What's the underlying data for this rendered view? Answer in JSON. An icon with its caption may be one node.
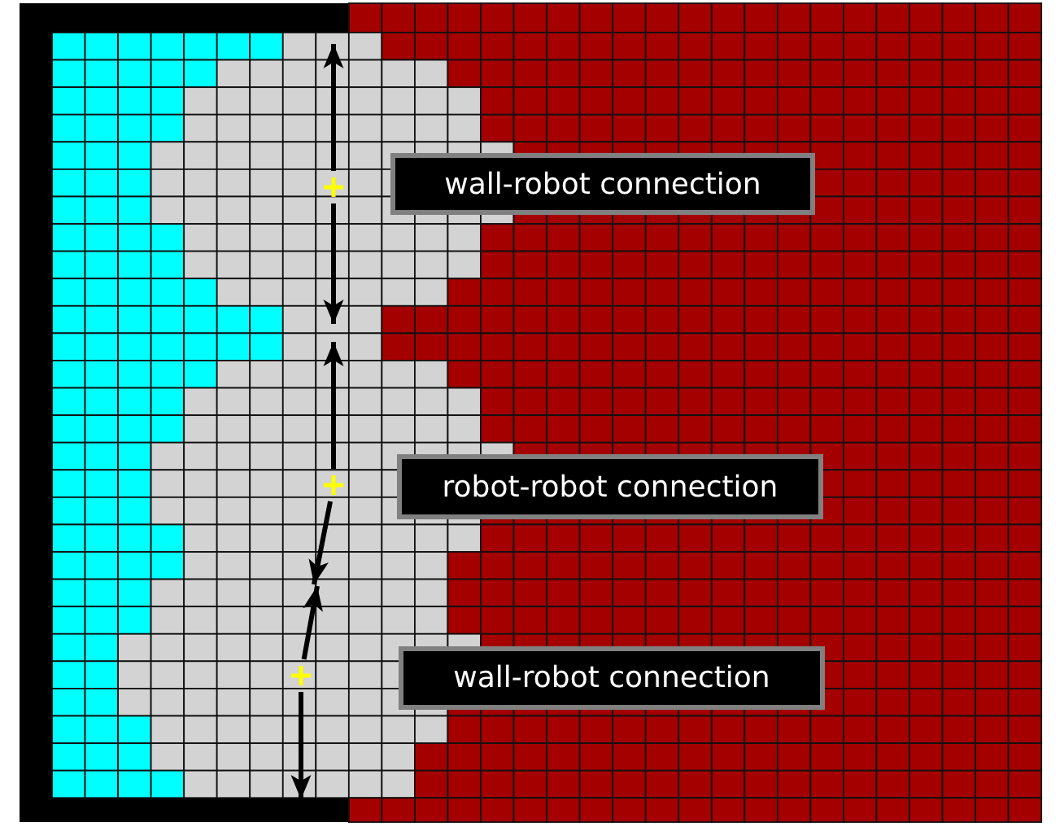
{
  "diagram": {
    "nodes": [
      {
        "text": [],
        "shape": "cross"
      },
      {
        "text": [
          "wall-robot connection"
        ]
      },
      {
        "text": [],
        "shape": "cross"
      },
      {
        "text": [
          "robot-robot connection"
        ]
      },
      {
        "text": [],
        "shape": "cross"
      },
      {
        "text": [
          "wall-robot connection"
        ]
      }
    ],
    "edges": [
      {
        "from": 0,
        "to": null,
        "arrow": "to"
      },
      {
        "from": 0,
        "to": null,
        "arrow": "to"
      },
      {
        "from": 2,
        "to": null,
        "arrow": "to"
      },
      {
        "from": 2,
        "to": null,
        "arrow": "to"
      },
      {
        "from": 4,
        "to": null,
        "arrow": "to"
      },
      {
        "from": 4,
        "to": null,
        "arrow": "to"
      }
    ]
  }
}
